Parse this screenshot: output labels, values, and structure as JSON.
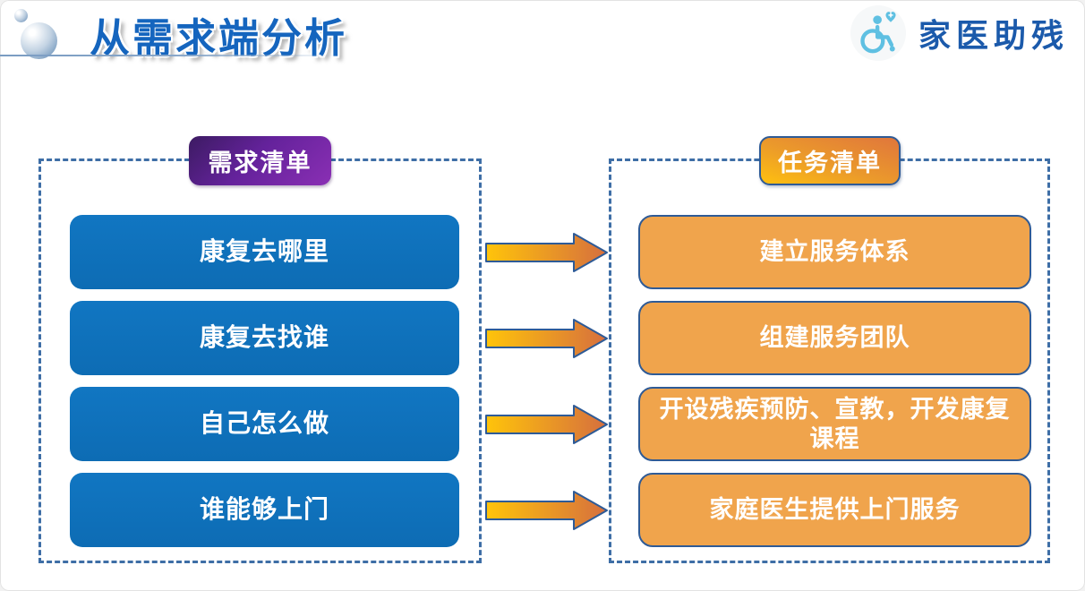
{
  "slide": {
    "title": "从需求端分析",
    "brand": {
      "name": "家医助残",
      "icon": "wheelchair-heart-icon"
    },
    "demand_panel": {
      "header": "需求清单",
      "items": [
        {
          "label": "康复去哪里"
        },
        {
          "label": "康复去找谁"
        },
        {
          "label": "自己怎么做"
        },
        {
          "label": "谁能够上门"
        }
      ]
    },
    "task_panel": {
      "header": "任务清单",
      "items": [
        {
          "label": "建立服务体系"
        },
        {
          "label": "组建服务团队"
        },
        {
          "label": "开设残疾预防、宣教，开发康复课程"
        },
        {
          "label": "家庭医生提供上门服务"
        }
      ]
    },
    "colors": {
      "title_blue": "#1565BE",
      "demand_box_blue": "#0E72BD",
      "task_box_orange": "#F0A44C",
      "task_box_border": "#2F5B96",
      "purple_header_dark": "#3C1B62",
      "purple_header_light": "#8A2FB4",
      "orange_header_gold": "#FEC00F",
      "orange_header_orange": "#E0763C",
      "arrow_gold": "#FFC40A",
      "arrow_orange": "#D66F3E",
      "dashed_border": "#3E6EA6",
      "brand_icon_blue": "#5FC0E2"
    }
  }
}
